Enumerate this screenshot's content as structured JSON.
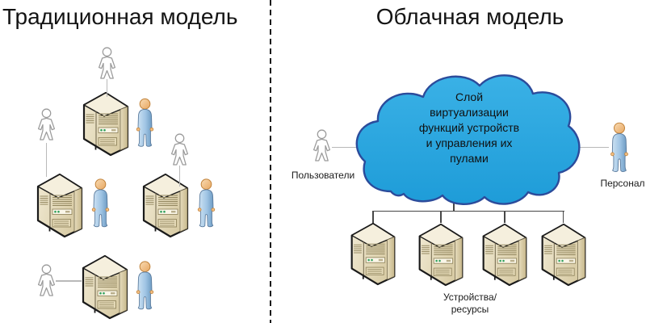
{
  "left_panel": {
    "title": "Традиционная модель"
  },
  "right_panel": {
    "title": "Облачная модель",
    "cloud": {
      "text_lines": [
        "Слой",
        "виртуализации",
        "функций устройств",
        "и управления их",
        "пулами"
      ],
      "fill_color": "#29A8E0",
      "outline_color": "#2B4B9B"
    },
    "labels": {
      "users": "Пользователи",
      "staff": "Персонал",
      "devices_line1": "Устройства/",
      "devices_line2": "ресурсы"
    }
  },
  "colors": {
    "server_front": "#E3D8B6",
    "server_top": "#F5EFDD",
    "server_outline": "#1A1A1A",
    "person_blue": "#9FC4E4",
    "person_outline": "#9B9B9B",
    "connector_gray": "#B9B9B9",
    "tree_line": "#474747",
    "divider": "#1A1A1A"
  }
}
